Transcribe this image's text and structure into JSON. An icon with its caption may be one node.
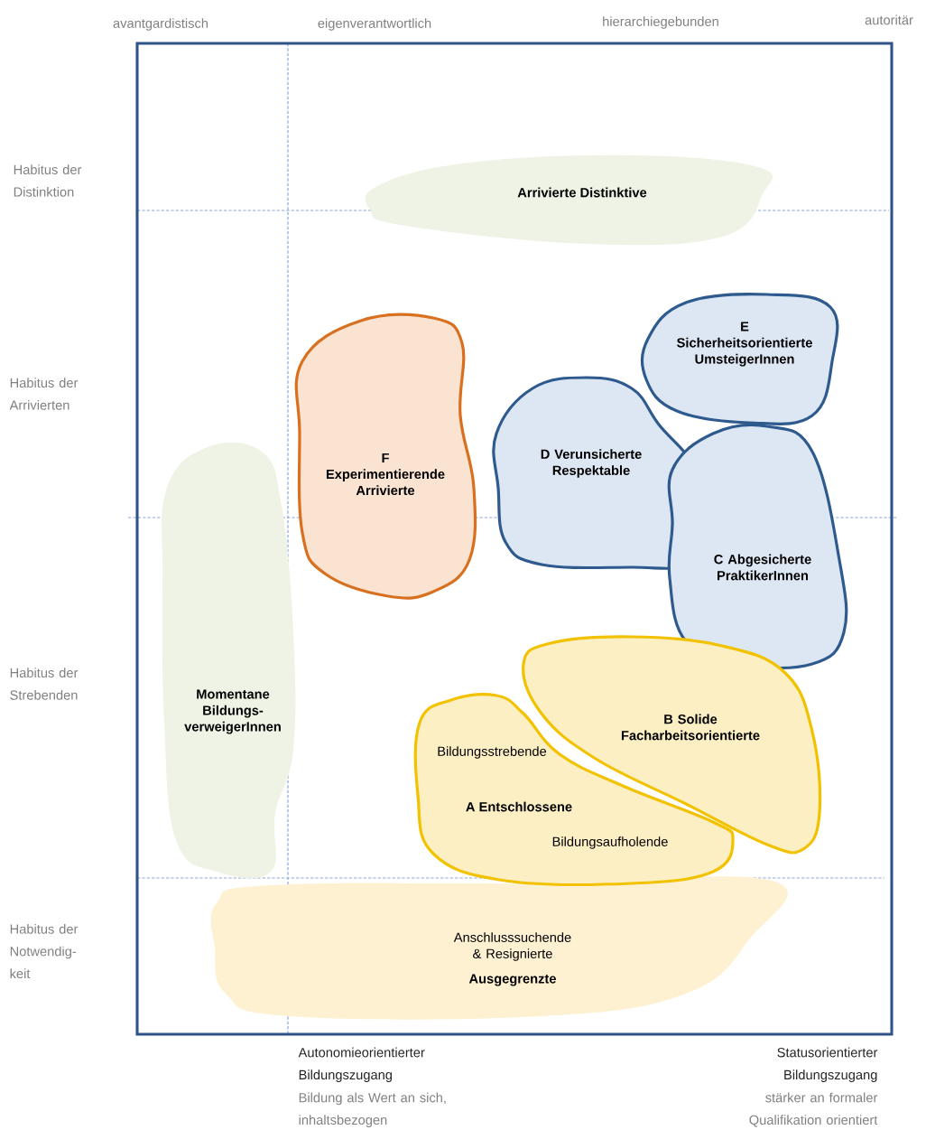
{
  "diagram": {
    "nodes": [
      {
        "text": [
          "Arrivierte Distinktive"
        ]
      },
      {
        "text": [
          "F Experimentierende Arrivierte"
        ]
      },
      {
        "text": [
          "E Sicherheitsorientierte UmsteigerInnen"
        ]
      },
      {
        "text": [
          "D Verunsicherte Respektable"
        ]
      },
      {
        "text": [
          "C Abgesicherte PraktikerInnen"
        ]
      },
      {
        "text": [
          "Momentane Bildungs- verweigerInnen"
        ]
      },
      {
        "text": [
          "B Solide Facharbeitsorientierte"
        ]
      },
      {
        "text": [
          "Bildungsstrebende",
          "A Entschlossene",
          "Bildungsaufholende"
        ]
      },
      {
        "text": [
          "Anschlusssuchende & Resignierte",
          "Ausgegrenzte"
        ]
      }
    ],
    "labels": [
      "avantgardistisch",
      "eigenverantwortlich",
      "hierarchiegebunden",
      "autoritär",
      "Habitus der Distinktion",
      "Habitus der Arrivierten",
      "Habitus der Strebenden",
      "Habitus der Notwendig- keit",
      "Autonomieorientierter Bildungszugang",
      "Bildung als Wert an sich, inhaltsbezogen",
      "Statusorientierter Bildungszugang",
      "stärker an formaler Qualifikation orientiert"
    ]
  }
}
